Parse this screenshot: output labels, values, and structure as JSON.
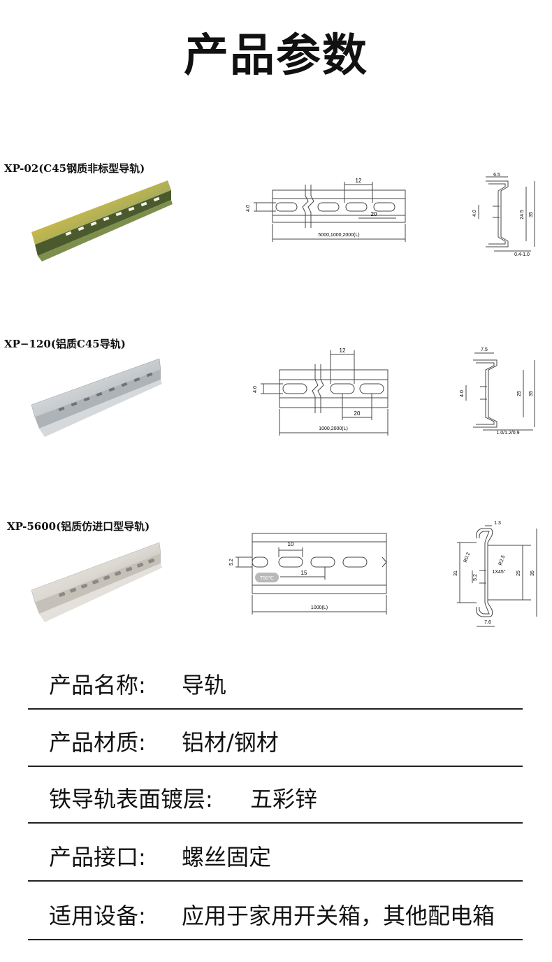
{
  "page_title": "产品参数",
  "products": [
    {
      "label": "XP-02(C45钢质非标型导轨)",
      "front": {
        "pitch": "12",
        "spacing": "20",
        "height": "4.0",
        "length": "5000,1000,2000(L)"
      },
      "profile": {
        "top": "6.5",
        "slot": "4.0",
        "inner": "24.5",
        "total": "35",
        "thickness": "0.4-1.0"
      }
    },
    {
      "label": "XP−120(铝质C45导轨)",
      "front": {
        "pitch": "12",
        "spacing": "20",
        "height": "4.0",
        "length": "1000,2000(L)"
      },
      "profile": {
        "top": "7.5",
        "slot": "4.0",
        "inner": "25",
        "total": "35",
        "thickness": "1.0/1.2/0.9"
      }
    },
    {
      "label": "XP-5600(铝质仿进口型导轨)",
      "front": {
        "pitch": "10",
        "spacing": "15",
        "height": "5.2",
        "length": "1000(L)",
        "badge": "T50℃"
      },
      "profile": {
        "top": "1.3",
        "radius1": "R0.2",
        "radius2": "R2.5",
        "chamfer": "1X45°",
        "outer": "31",
        "slot": "5.2",
        "inner": "25",
        "total": "35",
        "bottom": "7.6"
      }
    }
  ],
  "specs": [
    {
      "key": "产品名称:",
      "value": "导轨"
    },
    {
      "key": "产品材质:",
      "value": "铝材/钢材"
    },
    {
      "key": "铁导轨表面镀层:",
      "value": "五彩锌"
    },
    {
      "key": "产品接口:",
      "value": "螺丝固定"
    },
    {
      "key": "适用设备:",
      "value": "应用于家用开关箱，其他配电箱"
    }
  ],
  "colors": {
    "steel_rail": "#9aa65a",
    "alu_rail": "#d9dde0",
    "line": "#444444",
    "divider": "#222222"
  }
}
